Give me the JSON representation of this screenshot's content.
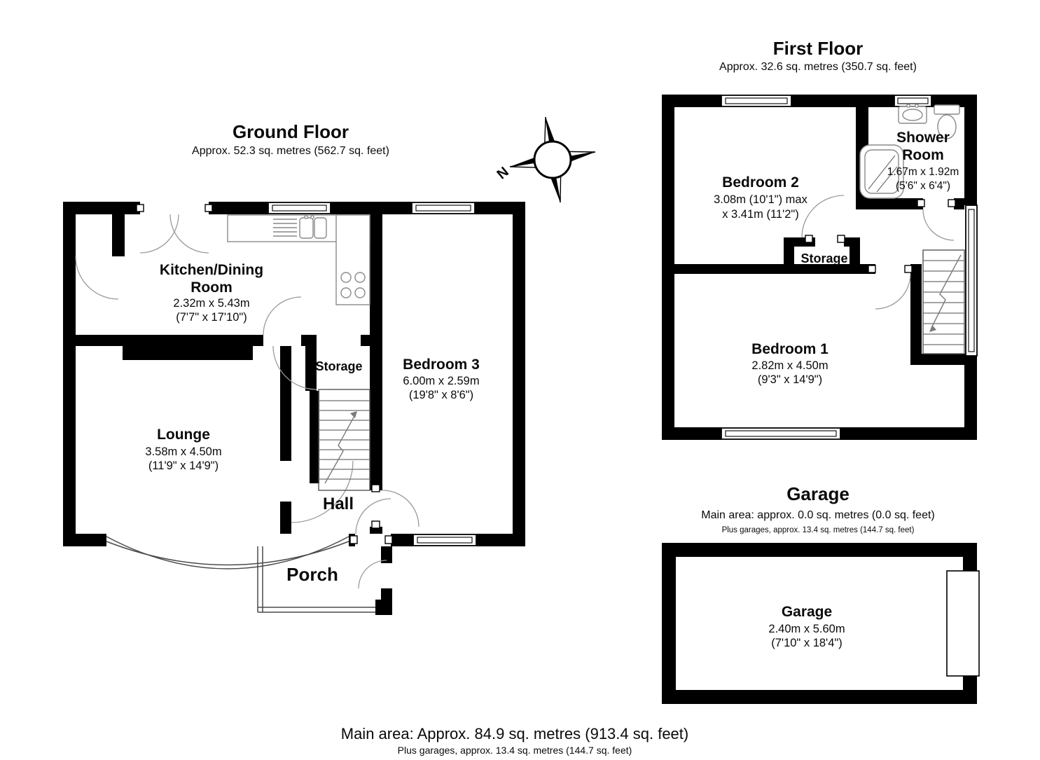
{
  "ground_floor": {
    "title": "Ground Floor",
    "subtitle": "Approx. 52.3 sq. metres (562.7 sq. feet)",
    "kitchen": {
      "name_line1": "Kitchen/Dining",
      "name_line2": "Room",
      "dim_metric": "2.32m x 5.43m",
      "dim_imperial": "(7'7\" x 17'10\")"
    },
    "lounge": {
      "name": "Lounge",
      "dim_metric": "3.58m x 4.50m",
      "dim_imperial": "(11'9\" x 14'9\")"
    },
    "bedroom3": {
      "name": "Bedroom 3",
      "dim_metric": "6.00m x 2.59m",
      "dim_imperial": "(19'8\" x 8'6\")"
    },
    "storage": {
      "name": "Storage"
    },
    "hall": {
      "name": "Hall"
    },
    "porch": {
      "name": "Porch"
    }
  },
  "first_floor": {
    "title": "First Floor",
    "subtitle": "Approx. 32.6 sq. metres (350.7 sq. feet)",
    "bedroom2": {
      "name": "Bedroom 2",
      "dim_line1": "3.08m (10'1\") max",
      "dim_line2": "x 3.41m (11'2\")"
    },
    "shower_room": {
      "name_line1": "Shower",
      "name_line2": "Room",
      "dim_metric": "1.67m x 1.92m",
      "dim_imperial": "(5'6\" x 6'4\")"
    },
    "storage": {
      "name": "Storage"
    },
    "bedroom1": {
      "name": "Bedroom 1",
      "dim_metric": "2.82m x 4.50m",
      "dim_imperial": "(9'3\" x 14'9\")"
    }
  },
  "garage_section": {
    "title": "Garage",
    "subtitle": "Main area: approx. 0.0 sq. metres (0.0 sq. feet)",
    "subtitle2": "Plus garages, approx. 13.4 sq. metres (144.7 sq. feet)",
    "room": {
      "name": "Garage",
      "dim_metric": "2.40m x 5.60m",
      "dim_imperial": "(7'10\" x 18'4\")"
    }
  },
  "compass": {
    "north_label": "N"
  },
  "footer": {
    "main": "Main area: Approx. 84.9 sq. metres (913.4 sq. feet)",
    "sub": "Plus garages, approx. 13.4 sq. metres (144.7 sq. feet)"
  },
  "colors": {
    "wall": "#000000",
    "background": "#ffffff",
    "thin_line": "#8a8a8a"
  }
}
